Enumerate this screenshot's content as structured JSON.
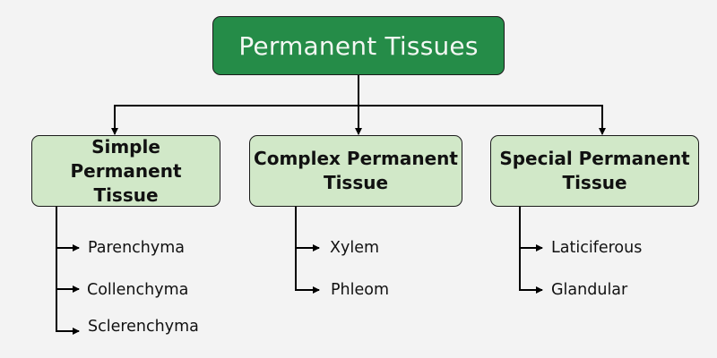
{
  "diagram": {
    "title": "Permanent Tissues",
    "colors": {
      "root_fill": "#258c48",
      "root_text": "#f2f7f2",
      "child_fill": "#d1e8c8",
      "line": "#000000",
      "background": "#f3f3f3"
    },
    "categories": [
      {
        "label_line1": "Simple Permanent",
        "label_line2": "Tissue",
        "items": [
          "Parenchyma",
          "Collenchyma",
          "Sclerenchyma"
        ]
      },
      {
        "label_line1": "Complex Permanent",
        "label_line2": "Tissue",
        "items": [
          "Xylem",
          "Phleom"
        ]
      },
      {
        "label_line1": "Special Permanent",
        "label_line2": "Tissue",
        "items": [
          "Laticiferous",
          "Glandular"
        ]
      }
    ]
  }
}
